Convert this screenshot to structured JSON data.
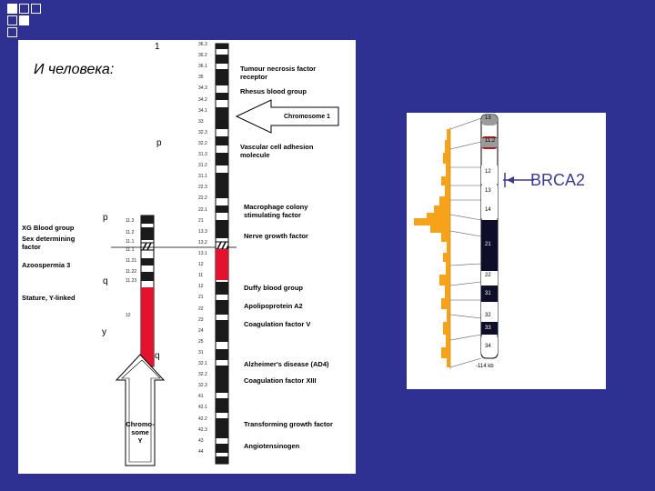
{
  "slide": {
    "title": "И человека:"
  },
  "chromosome1": {
    "label_1": "1",
    "arm_p": "p",
    "arm_q": "q",
    "arrow_label": "Chromosome 1",
    "band_labels": [
      "36.3",
      "36.2",
      "36.1",
      "35",
      "34.3",
      "34.2",
      "34.1",
      "33",
      "32.3",
      "32.2",
      "31.3",
      "31.2",
      "31.1",
      "22.3",
      "22.2",
      "22.1",
      "21",
      "13.3",
      "13.2",
      "13.1",
      "12",
      "11",
      "12",
      "21",
      "22",
      "23",
      "24",
      "25",
      "31",
      "32.1",
      "32.2",
      "32.3",
      "41",
      "42.1",
      "42.2",
      "42.3",
      "43",
      "44"
    ],
    "genes": [
      "Tumour necrosis factor receptor",
      "Rhesus blood group",
      "Vascular cell adhesion molecule",
      "Macrophage colony stimulating factor",
      "Nerve growth factor",
      "Duffy blood group",
      "Apolipoprotein A2",
      "Coagulation factor V",
      "Alzheimer's disease (AD4)",
      "Coagulation factor XIII",
      "Transforming growth factor",
      "Angiotensinogen"
    ]
  },
  "chromosomeY": {
    "arm_p": "p",
    "arm_q": "q",
    "label_y": "y",
    "arrow_label": "Chromo-\nsome\nY",
    "band_labels": [
      "11.3",
      "11.2",
      "11.1",
      "11.1",
      "11.21",
      "11.22",
      "11.23",
      "12"
    ],
    "genes": [
      "XG Blood group",
      "Sex determining factor",
      "Azoospermia 3",
      "Stature, Y-linked"
    ]
  },
  "chromosome13": {
    "gene_label": "BRCA2",
    "band_labels": [
      "13",
      "11.2",
      "12",
      "13",
      "14",
      "21",
      "22",
      "31",
      "32",
      "33",
      "34"
    ],
    "bottom_label": "-114 kb"
  },
  "colors": {
    "background": "#2e3192",
    "red_band": "#e3122e",
    "orange_profile": "#f7a21b",
    "dark_band": "#1a1a1a"
  }
}
